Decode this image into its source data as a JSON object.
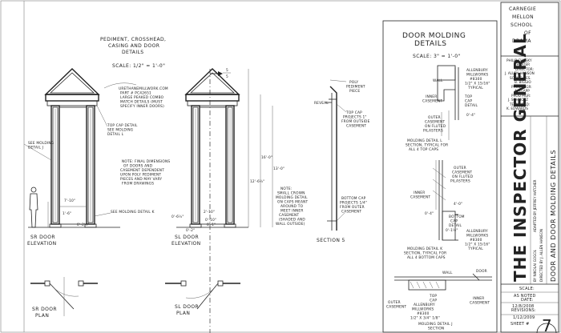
{
  "views": {
    "pediment_title": [
      "PEDIMENT, CROSSHEAD,",
      "CASING AND DOOR",
      "DETAILS"
    ],
    "pediment_scale": "SCALE: 1/2\" = 1'-0\"",
    "molding_title": [
      "DOOR MOLDING",
      "DETAILS"
    ],
    "molding_scale": "SCALE: 3\" = 1'-0\"",
    "sr_elevation": [
      "SR DOOR",
      "ELEVATION"
    ],
    "sl_elevation": [
      "SL DOOR",
      "ELEVATION"
    ],
    "sr_plan": [
      "SR DOOR",
      "PLAN"
    ],
    "sl_plan": [
      "SL DOOR",
      "PLAN"
    ],
    "section5": "SECTION 5",
    "section_marker": [
      "5",
      "5"
    ],
    "detail_l_caption": [
      "MOLDING DETAIL L",
      "SECTION, TYPICAL FOR",
      "ALL 4 TOP CAPS"
    ],
    "detail_k_caption": [
      "MOLDING DETAIL K",
      "SECTION, TYPICAL FOR",
      "ALL 4 BOTTOM CAPS"
    ],
    "detail_j_caption": [
      "MOLDING DETAIL J",
      "SECTION"
    ]
  },
  "notes": {
    "stock": [
      "URETHANEMILLWORK.COM",
      "PART # PC42651",
      "LARGE PEAKED COMBO",
      "MATCH DETAILS (MUST",
      "SPECIFY INNER DOORS)"
    ],
    "final": [
      "NOTE: FINAL DIMENSIONS",
      "OF DOORS AND",
      "CASEMENT DEPENDENT",
      "UPON POLY PEDIMENT",
      "PIECES AND MAY VARY",
      "FROM DRAWINGS"
    ],
    "small_crown": [
      "NOTE:",
      "SMALL CROWN",
      "MOLDING DETAIL",
      "ON CAPS MEANT",
      "AROUND TO",
      "MEET INNER",
      "CASEMENT",
      "(SHADED AND",
      "WALL OUTSIDE)"
    ],
    "see_molding_j": [
      "SEE MOLDING",
      "DETAIL J"
    ],
    "top_cap_l": [
      "TOP CAP DETAIL",
      "SEE MOLDING",
      "DETAIL L"
    ],
    "see_molding_k": "SEE MOLDING DETAIL K",
    "poly_pediment": [
      "POLY",
      "PEDIMENT",
      "PIECE"
    ],
    "top_cap_projects": [
      "TOP CAP",
      "PROJECTS 1\"",
      "FROM OUTSIDE",
      "CASEMENT"
    ],
    "bottom_cap_projects": [
      "BOTTOM CAP",
      "PROJECTS 1/4\"",
      "FROM OUTER",
      "CASEMENT"
    ],
    "reveal": "REVEAL",
    "wall": "WALL",
    "door": "DOOR",
    "inner_casement": [
      "INNER",
      "CASEMENT"
    ],
    "outer_casement": [
      "OUTER",
      "CASEMENT"
    ],
    "outer_cap_detail": [
      "OUTER",
      "CASEMENT",
      "ON FLUTED",
      "PILASTERS"
    ],
    "allenbury_l": [
      "ALLENBURY",
      "MILLWORKS",
      "#8300",
      "1/2\" X 15/16\"",
      "TYPICAL"
    ],
    "allenbury_k": [
      "ALLENBURY",
      "MILLWORKS",
      "#8300",
      "1/2\" X 15/16\"",
      "TYPICAL"
    ],
    "allenbury_j": [
      "ALLENBURY",
      "MILLWORKS",
      "#8300",
      "1/2\" X 3/4\" 1/8\""
    ],
    "top_cap_label": [
      "TOP",
      "CAP",
      "DETAIL"
    ],
    "bottom_cap_label": [
      "BOTTOM",
      "CAP",
      "DETAIL"
    ]
  },
  "dimensions": {
    "d_16_0": "16'-0\"",
    "d_13_0": "13'-0\"",
    "d_12_61": "12'-6½\"",
    "d_0_61": "0'-6½\"",
    "d_2_10": "2'-10\"",
    "d_0_10": "0'-10\"",
    "d_0_2": "0'-2\"",
    "d_0_1": "0'-1\"",
    "d_7_10": "7'-10\"",
    "d_1_6": "1'-6\"",
    "d_4_0": "4'-0\"",
    "d_0_4": "0'-4\"",
    "d_0_4b": "0'-4\"",
    "d_0_1_5": "0'-1½\"",
    "d_0_2_5": "0'-2½\""
  },
  "title_block": {
    "school": [
      "CARNEGIE",
      "MELLON",
      "SCHOOL",
      "OF",
      "DRAMA"
    ],
    "theater": [
      "PHILIP CHOSKY",
      "THEATER"
    ],
    "director_label": "DIRECTOR:",
    "director": "J. ALLEN HANSON",
    "scenic_label": "SCENIC DES.",
    "scenic": "B. BIGGIO",
    "prod_mgr_label": "PROD. MGR:",
    "prod_mgr": "A. CLAPP",
    "prod_mgr2_label": "PROD MGR:",
    "prod_mgr2": "J. SCHMOTZ",
    "tech_label": "TECH LEAD:",
    "tech": "K. EDWARDS",
    "show_title": "THE INSPECTOR GENERAL",
    "credits": [
      "BY NIKOLAI GOGOL",
      "ADAPTED BY JEFFREY HATCHER",
      "DIRECTED BY J. ALLEN HANSON"
    ],
    "sheet_title": "DOOR AND DOOR MOLDING DETAILS",
    "scale_label": "SCALE:",
    "scale_value": "AS NOTED",
    "date_label": "DATE:",
    "date_value": "12/8/2008",
    "revisions_label": "REVISIONS:",
    "revisions_value": "1/12/2009",
    "sheet_label": "SHEET #",
    "sheet_number": "7"
  }
}
